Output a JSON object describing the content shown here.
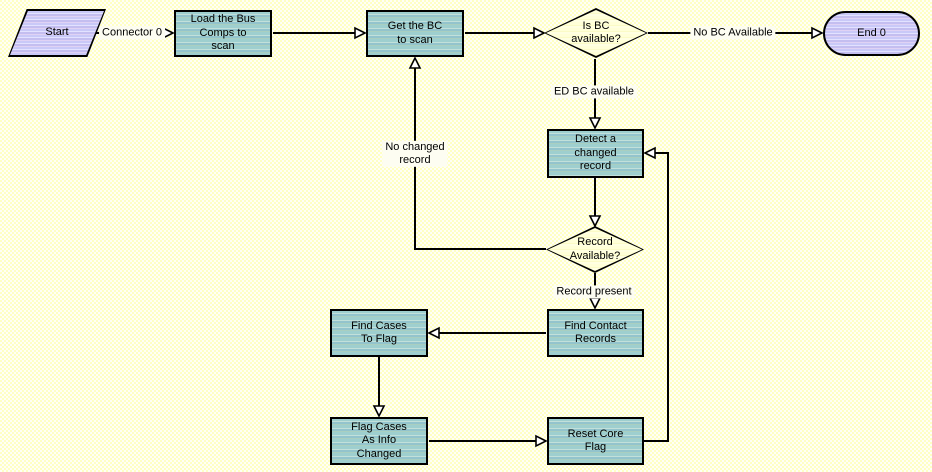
{
  "diagram": {
    "nodes": {
      "start": {
        "type": "start",
        "label": "Start"
      },
      "load_bus": {
        "type": "step",
        "label": [
          "Load the Bus",
          "Comps to",
          "scan"
        ]
      },
      "get_bc": {
        "type": "step",
        "label": [
          "Get the BC",
          "to scan"
        ]
      },
      "is_bc": {
        "type": "decision",
        "label": [
          "Is BC",
          "available?"
        ]
      },
      "end0": {
        "type": "end",
        "label": "End 0"
      },
      "detect": {
        "type": "step",
        "label": [
          "Detect a",
          "changed",
          "record"
        ]
      },
      "record_avail": {
        "type": "decision",
        "label": [
          "Record",
          "Available?"
        ]
      },
      "find_contact": {
        "type": "step",
        "label": [
          "Find Contact",
          "Records"
        ]
      },
      "find_cases": {
        "type": "step",
        "label": [
          "Find Cases",
          "To Flag"
        ]
      },
      "flag_cases": {
        "type": "step",
        "label": [
          "Flag Cases",
          "As Info",
          "Changed"
        ]
      },
      "reset_core": {
        "type": "step",
        "label": [
          "Reset Core",
          "Flag"
        ]
      }
    },
    "connector_labels": {
      "connector0": "Connector 0",
      "no_bc_available": "No BC Available",
      "ed_bc_available": "ED BC available",
      "no_changed_record": [
        "No changed",
        "record"
      ],
      "record_present": "Record present"
    },
    "colors": {
      "background_yellow": "#ffffc4",
      "step_fill_teal": "#9ecfcf",
      "decision_fill": "#ffffd8",
      "terminal_lavender": "#ccccf8",
      "line": "#000000"
    }
  }
}
